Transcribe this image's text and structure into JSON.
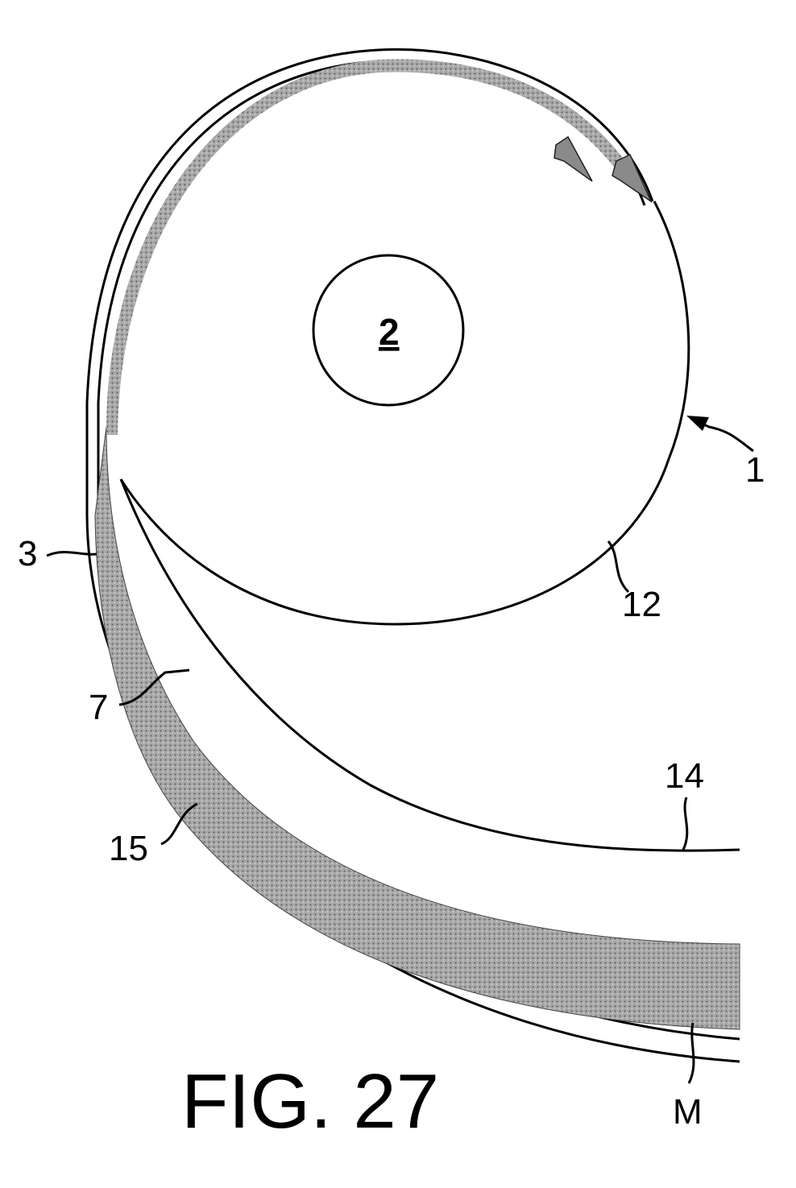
{
  "figure": {
    "caption": "FIG. 27",
    "labels": {
      "hub": "2",
      "assembly": "1",
      "outer_band": "3",
      "roll_edge": "12",
      "inner_layer": "7",
      "inner_curve": "14",
      "outer_curve": "15",
      "material": "M"
    },
    "colors": {
      "line": "#000000",
      "material_fill": "#9a9a9a",
      "arrow_fill": "#8a8a8a",
      "background": "#ffffff"
    }
  }
}
